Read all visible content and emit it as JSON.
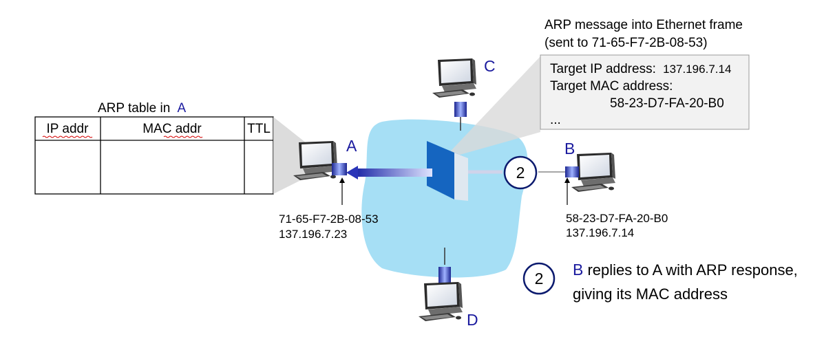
{
  "arp_table": {
    "title_prefix": "ARP table in",
    "title_node": "A",
    "headers": [
      "IP addr",
      "MAC addr",
      "TTL"
    ]
  },
  "callout": {
    "caption_line1": "ARP message into Ethernet frame",
    "caption_line2": "(sent to 71-65-F7-2B-08-53)",
    "target_ip_label": "Target IP address:",
    "target_ip_value": "137.196.7.14",
    "target_mac_label": "Target MAC address:",
    "target_mac_value": "58-23-D7-FA-20-B0",
    "ellipsis": "..."
  },
  "hosts": {
    "A": {
      "label": "A",
      "mac": "71-65-F7-2B-08-53",
      "ip": "137.196.7.23"
    },
    "B": {
      "label": "B",
      "mac": "58-23-D7-FA-20-B0",
      "ip": "137.196.7.14"
    },
    "C": {
      "label": "C"
    },
    "D": {
      "label": "D"
    }
  },
  "step": {
    "number": "2",
    "desc_node": "B",
    "desc_line1_rest": " replies to A with ARP response,",
    "desc_line2": "giving its MAC address"
  },
  "colors": {
    "network_fill": "#a6dff5",
    "switch_front": "#1565c0",
    "label_blue": "#1a1a9e",
    "arrow_blue": "#2a35b8",
    "callout_fill": "#f2f2f2"
  }
}
